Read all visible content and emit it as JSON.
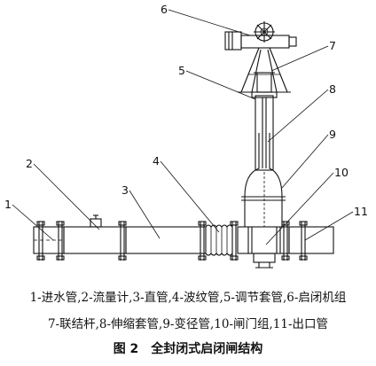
{
  "callouts": [
    {
      "id": "1",
      "label": "1"
    },
    {
      "id": "2",
      "label": "2"
    },
    {
      "id": "3",
      "label": "3"
    },
    {
      "id": "4",
      "label": "4"
    },
    {
      "id": "5",
      "label": "5"
    },
    {
      "id": "6",
      "label": "6"
    },
    {
      "id": "7",
      "label": "7"
    },
    {
      "id": "8",
      "label": "8"
    },
    {
      "id": "9",
      "label": "9"
    },
    {
      "id": "10",
      "label": "10"
    },
    {
      "id": "11",
      "label": "11"
    }
  ],
  "legend": {
    "line1": "1-进水管,2-流量计,3-直管,4-波纹管,5-调节套管,6-启闭机组",
    "line2": "7-联结杆,8-伸缩套管,9-变径管,10-闸门组,11-出口管"
  },
  "caption": "图 2　全封闭式启闭闸结构"
}
